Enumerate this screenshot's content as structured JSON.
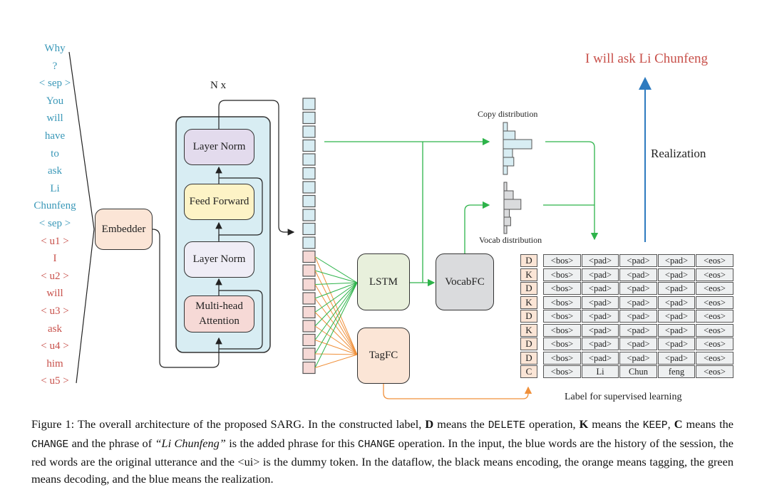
{
  "input_tokens": [
    {
      "text": "Why",
      "color": "blue"
    },
    {
      "text": "?",
      "color": "blue"
    },
    {
      "text": "< sep >",
      "color": "blue"
    },
    {
      "text": "You",
      "color": "blue"
    },
    {
      "text": "will",
      "color": "blue"
    },
    {
      "text": "have",
      "color": "blue"
    },
    {
      "text": "to",
      "color": "blue"
    },
    {
      "text": "ask",
      "color": "blue"
    },
    {
      "text": "Li",
      "color": "blue"
    },
    {
      "text": "Chunfeng",
      "color": "blue"
    },
    {
      "text": "< sep >",
      "color": "blue"
    },
    {
      "text": "< u1 >",
      "color": "red"
    },
    {
      "text": "I",
      "color": "red"
    },
    {
      "text": "< u2 >",
      "color": "red"
    },
    {
      "text": "will",
      "color": "red"
    },
    {
      "text": "< u3 >",
      "color": "red"
    },
    {
      "text": "ask",
      "color": "red"
    },
    {
      "text": "< u4 >",
      "color": "red"
    },
    {
      "text": "him",
      "color": "red"
    },
    {
      "text": "< u5 >",
      "color": "red"
    }
  ],
  "modules": {
    "embedder": "Embedder",
    "nx": "N x",
    "layer_norm_top": "Layer Norm",
    "feed_forward": "Feed Forward",
    "layer_norm_bottom": "Layer Norm",
    "multi_head_attention": "Multi-head Attention",
    "lstm": "LSTM",
    "vocab_fc": "VocabFC",
    "tag_fc": "TagFC"
  },
  "distributions": {
    "copy_label": "Copy distribution",
    "vocab_label": "Vocab distribution"
  },
  "output": {
    "sentence": "I will ask Li Chunfeng",
    "realization_label": "Realization"
  },
  "label_table": {
    "caption": "Label for supervised learning",
    "rows": [
      {
        "tag": "D",
        "tokens": [
          "<bos>",
          "<pad>",
          "<pad>",
          "<pad>",
          "<eos>"
        ]
      },
      {
        "tag": "K",
        "tokens": [
          "<bos>",
          "<pad>",
          "<pad>",
          "<pad>",
          "<eos>"
        ]
      },
      {
        "tag": "D",
        "tokens": [
          "<bos>",
          "<pad>",
          "<pad>",
          "<pad>",
          "<eos>"
        ]
      },
      {
        "tag": "K",
        "tokens": [
          "<bos>",
          "<pad>",
          "<pad>",
          "<pad>",
          "<eos>"
        ]
      },
      {
        "tag": "D",
        "tokens": [
          "<bos>",
          "<pad>",
          "<pad>",
          "<pad>",
          "<eos>"
        ]
      },
      {
        "tag": "K",
        "tokens": [
          "<bos>",
          "<pad>",
          "<pad>",
          "<pad>",
          "<eos>"
        ]
      },
      {
        "tag": "D",
        "tokens": [
          "<bos>",
          "<pad>",
          "<pad>",
          "<pad>",
          "<eos>"
        ]
      },
      {
        "tag": "D",
        "tokens": [
          "<bos>",
          "<pad>",
          "<pad>",
          "<pad>",
          "<eos>"
        ]
      },
      {
        "tag": "C",
        "tokens": [
          "<bos>",
          "Li",
          "Chun",
          "feng",
          "<eos>"
        ]
      }
    ]
  },
  "encoder_outputs": {
    "history_count": 11,
    "utterance_count": 9
  },
  "colors": {
    "history": "#3a98b8",
    "utterance": "#c8504a",
    "encoding": "#222222",
    "tagging": "#f0903a",
    "decoding": "#2db34a",
    "realization": "#2e7bbf"
  },
  "caption": {
    "p1": "Figure 1: The overall architecture of the proposed SARG. In the constructed label, ",
    "b1": "D",
    "p2": " means the ",
    "m1": "DELETE",
    "p3": " operation, ",
    "b2": "K",
    "p4": " means the ",
    "m2": "KEEP",
    "p5": ", ",
    "b3": "C",
    "p6": " means the ",
    "m3": "CHANGE",
    "p7": " and the phrase of ",
    "i1": "“Li Chunfeng”",
    "p8": " is the added phrase for this ",
    "m4": "CHANGE",
    "p9": " operation. In the input, the blue words are the history of the session, the red words are the original utterance and the <ui> is the dummy token. In the dataflow, the black means encoding, the orange means tagging, the green means decoding, and the blue means the realization."
  }
}
